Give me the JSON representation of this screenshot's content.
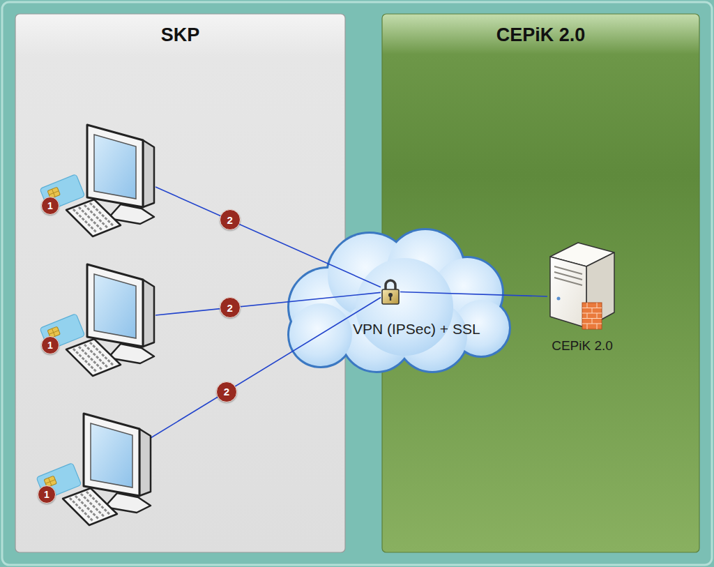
{
  "diagram": {
    "nodes": [
      {
        "text": [
          "SKP"
        ]
      },
      {
        "text": [
          "1"
        ],
        "in": 0
      },
      {
        "text": [
          "1"
        ],
        "in": 0
      },
      {
        "text": [
          "1"
        ],
        "in": 0
      },
      {
        "text": [
          "VPN (IPSec) + SSL"
        ]
      },
      {
        "text": [
          "CEPiK 2.0"
        ]
      },
      {
        "text": [
          "CEPiK 2.0"
        ],
        "in": 5
      }
    ],
    "edges": [
      {
        "from": 1,
        "to": 4,
        "label": "2",
        "arrow": "none"
      },
      {
        "from": 2,
        "to": 4,
        "label": "2",
        "arrow": "none"
      },
      {
        "from": 3,
        "to": 4,
        "label": "2",
        "arrow": "none"
      },
      {
        "from": 4,
        "to": 6,
        "arrow": "none"
      }
    ]
  }
}
